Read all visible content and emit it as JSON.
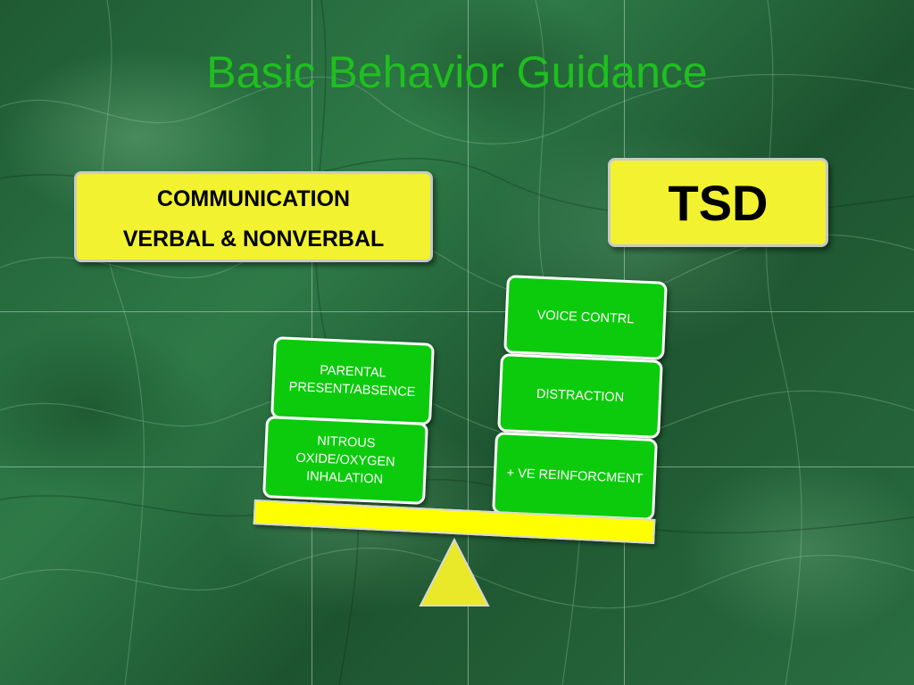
{
  "slide": {
    "title": "Basic Behavior Guidance",
    "communication_box": {
      "line1": "COMMUNICATION",
      "line2": "VERBAL & NONVERBAL"
    },
    "tsd_box": {
      "label": "TSD"
    },
    "left_stack": [
      {
        "label": "PARENTAL PRESENT/ABSENCE"
      },
      {
        "label": "NITROUS OXIDE/OXYGEN INHALATION"
      }
    ],
    "right_stack": [
      {
        "label": "VOICE CONTRL"
      },
      {
        "label": "DISTRACTION"
      },
      {
        "label": "+ VE REINFORCMENT"
      }
    ]
  },
  "colors": {
    "title": "#1fbf1f",
    "yellow_box": "#f2f230",
    "green_box": "#0ccb0c",
    "beam": "#ffff00",
    "background": "#2a6e40"
  }
}
